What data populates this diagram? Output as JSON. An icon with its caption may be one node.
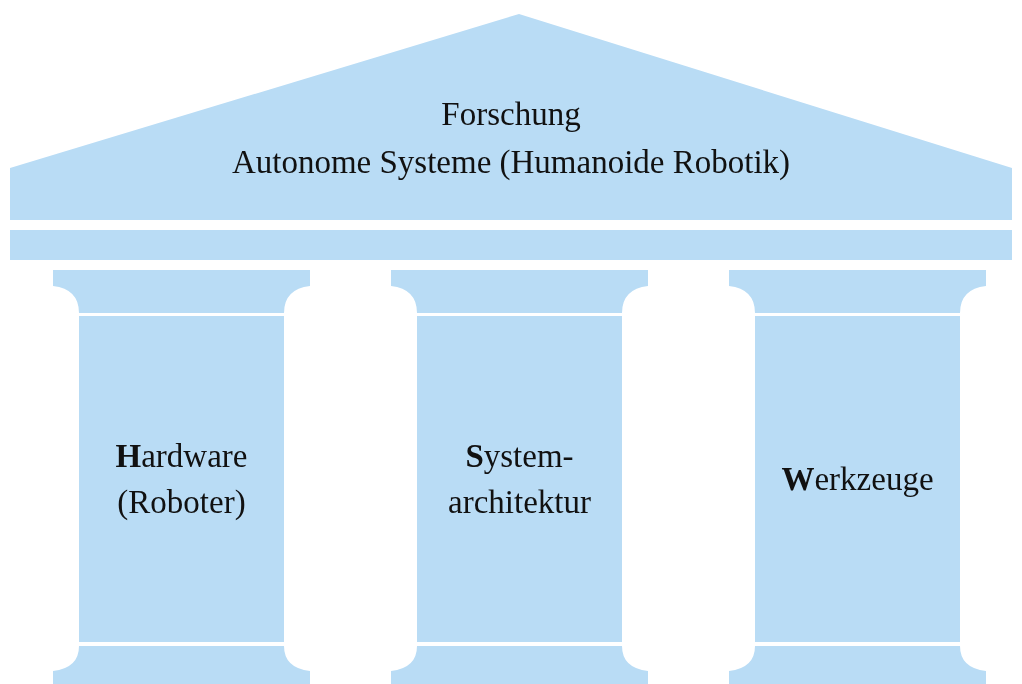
{
  "diagram": {
    "nodes": [
      {
        "text": [
          "Forschung",
          "Autonome Systeme (Humanoide Robotik)"
        ]
      },
      {
        "text": [
          "**H**ardware (Roboter)"
        ]
      },
      {
        "text": [
          "**S**ystem-architektur"
        ]
      },
      {
        "text": [
          "**W**erkzeuge"
        ]
      }
    ]
  }
}
